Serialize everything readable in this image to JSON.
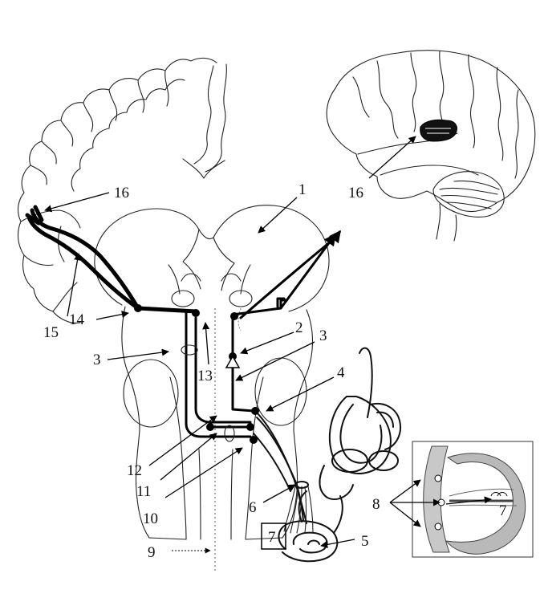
{
  "labels": {
    "l1": "1",
    "l2": "2",
    "l3a": "3",
    "l3b": "3",
    "l4": "4",
    "l5": "5",
    "l6": "6",
    "l7a": "7",
    "l7b": "7",
    "l8": "8",
    "l9": "9",
    "l10": "10",
    "l11": "11",
    "l12": "12",
    "l13": "13",
    "l14": "14",
    "l15": "15",
    "l16a": "16",
    "l16b": "16"
  },
  "colors": {
    "ink": "#111111",
    "cochlea_fill": "#b9b9b9",
    "background": "#ffffff"
  }
}
